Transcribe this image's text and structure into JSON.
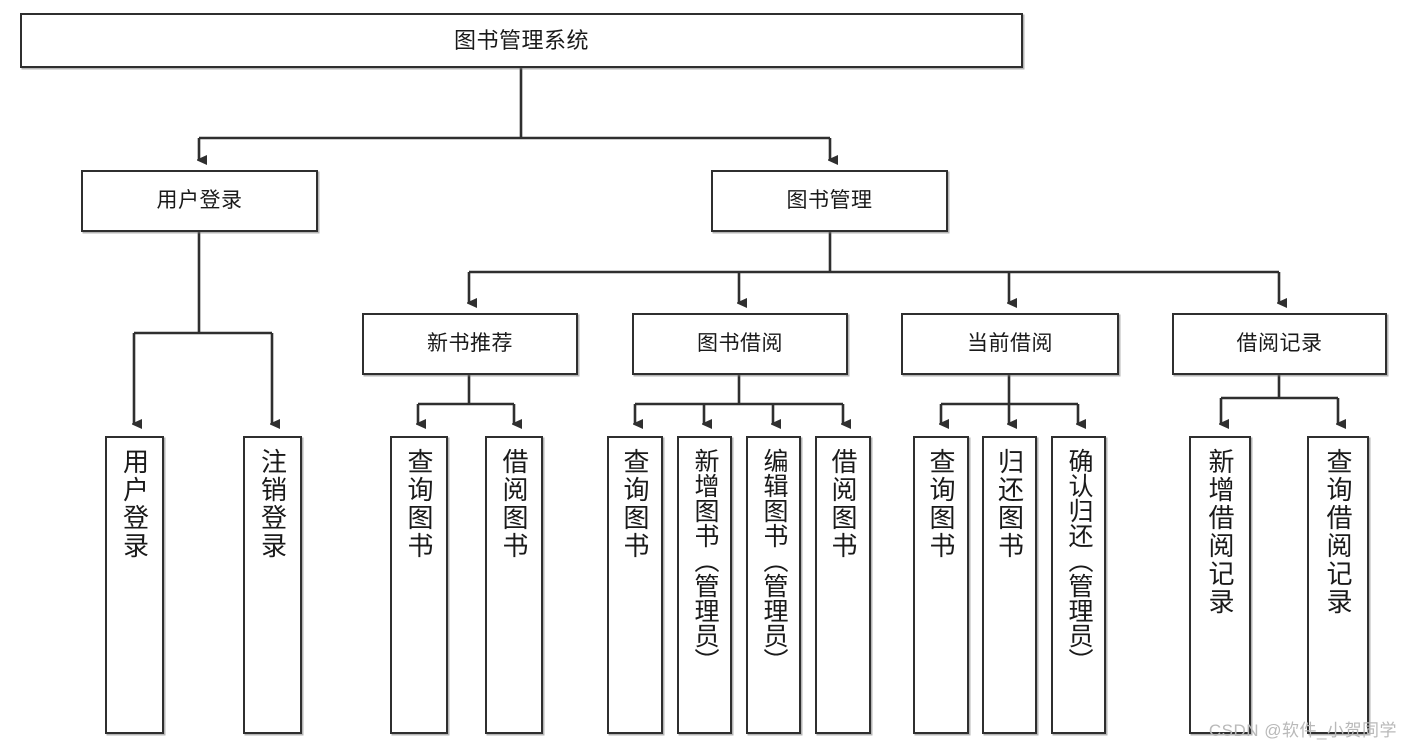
{
  "diagram": {
    "title": "图书管理系统",
    "type": "tree-hierarchy-chart",
    "root": {
      "label": "图书管理系统"
    },
    "level2": [
      {
        "label": "用户登录"
      },
      {
        "label": "图书管理"
      }
    ],
    "level3": [
      {
        "label": "新书推荐"
      },
      {
        "label": "图书借阅"
      },
      {
        "label": "当前借阅"
      },
      {
        "label": "借阅记录"
      }
    ],
    "leaves": [
      {
        "label": "用户登录"
      },
      {
        "label": "注销登录"
      },
      {
        "label": "查询图书"
      },
      {
        "label": "借阅图书"
      },
      {
        "label": "查询图书"
      },
      {
        "label": "新增图书（管理员）"
      },
      {
        "label": "编辑图书（管理员）"
      },
      {
        "label": "借阅图书"
      },
      {
        "label": "查询图书"
      },
      {
        "label": "归还图书"
      },
      {
        "label": "确认归还（管理员）"
      },
      {
        "label": "新增借阅记录"
      },
      {
        "label": "查询借阅记录"
      }
    ]
  },
  "watermark": {
    "text": "CSDN @软件_小贺同学"
  },
  "colors": {
    "stroke": "#2f2f2f",
    "box_fill": "#ffffff",
    "text": "#1a1a1a",
    "watermark": "#b9b9b9",
    "background": "#ffffff"
  }
}
